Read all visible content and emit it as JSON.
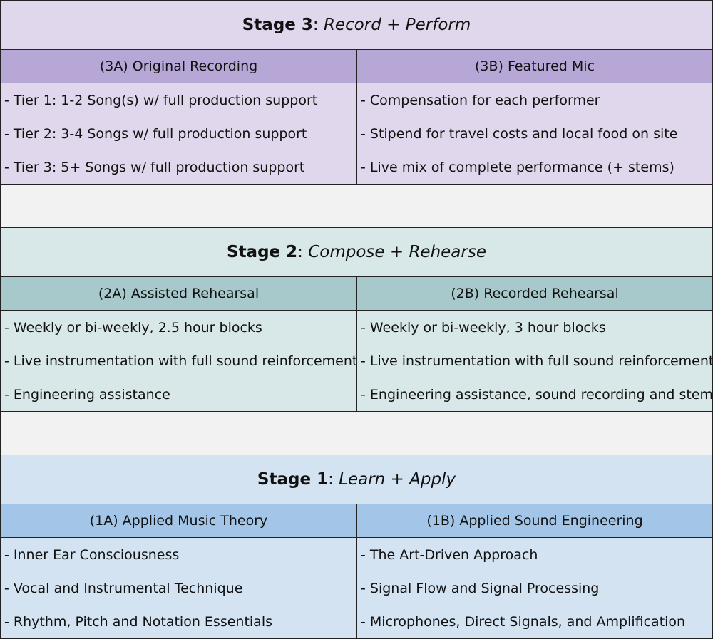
{
  "stages": [
    {
      "number": "Stage 3",
      "separator": ": ",
      "subtitle": "Record + Perform",
      "colors": {
        "body": "#e0d7ec",
        "header": "#b7a7d6"
      },
      "columns": [
        {
          "header": "(3A) Original Recording",
          "items": [
            "- Tier 1: 1-2 Song(s) w/ full production support",
            "- Tier 2: 3-4 Songs w/ full production support",
            "- Tier 3: 5+ Songs w/ full production support"
          ]
        },
        {
          "header": "(3B) Featured Mic",
          "items": [
            "- Compensation for each performer",
            "- Stipend for travel costs and local food on site",
            "- Live mix of complete performance (+ stems)"
          ]
        }
      ]
    },
    {
      "number": "Stage 2",
      "separator": ": ",
      "subtitle": "Compose + Rehearse",
      "colors": {
        "body": "#d8e7e8",
        "header": "#a7c9cb"
      },
      "columns": [
        {
          "header": "(2A) Assisted Rehearsal",
          "items": [
            "- Weekly or bi-weekly, 2.5 hour blocks",
            "- Live instrumentation with full sound reinforcement",
            "- Engineering assistance"
          ]
        },
        {
          "header": "(2B) Recorded Rehearsal",
          "items": [
            "- Weekly or bi-weekly, 3 hour blocks",
            "- Live instrumentation with full sound reinforcement",
            "- Engineering assistance, sound recording and stems"
          ]
        }
      ]
    },
    {
      "number": "Stage 1",
      "separator": ": ",
      "subtitle": "Learn + Apply",
      "colors": {
        "body": "#d3e3f2",
        "header": "#a3c6e8"
      },
      "columns": [
        {
          "header": "(1A) Applied Music Theory",
          "items": [
            "- Inner Ear Consciousness",
            "- Vocal and Instrumental Technique",
            "- Rhythm, Pitch and Notation Essentials"
          ]
        },
        {
          "header": "(1B) Applied Sound Engineering",
          "items": [
            "- The Art-Driven Approach",
            "- Signal Flow and Signal Processing",
            "- Microphones, Direct Signals, and Amplification"
          ]
        }
      ]
    }
  ]
}
